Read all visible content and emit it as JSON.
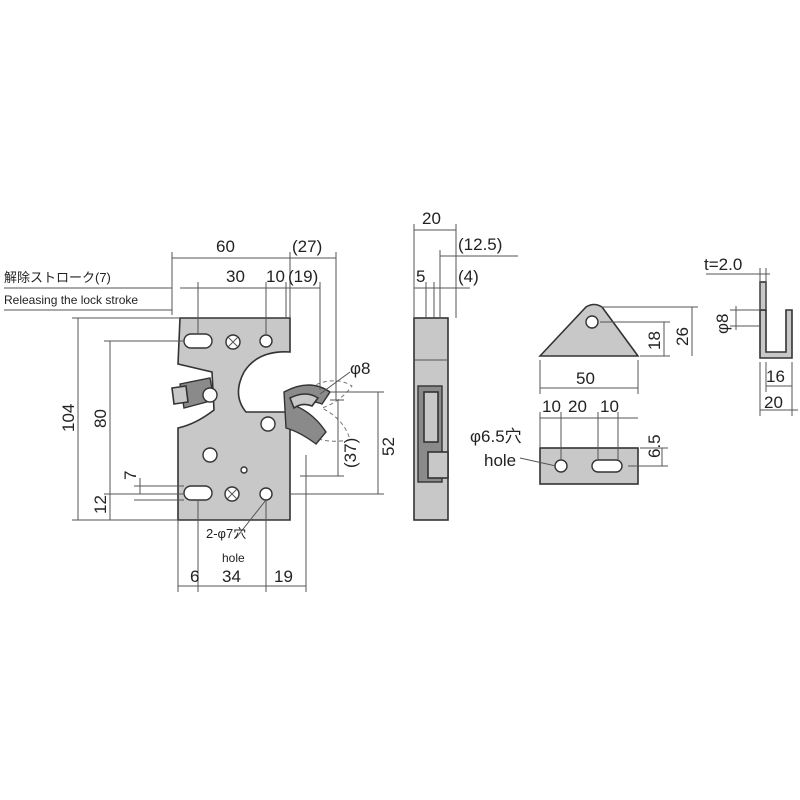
{
  "labels": {
    "release_jp": "解除ストローク(7)",
    "release_en": "Releasing the lock stroke",
    "holes_2_7": "2-φ7穴",
    "hole": "hole",
    "hole_65": "φ6.5穴",
    "hole_en": "hole",
    "phi8": "φ8",
    "t": "t=2.0"
  },
  "dims_front": {
    "d60": "60",
    "d27": "(27)",
    "d30": "30",
    "d10": "10",
    "d19top": "(19)",
    "d104": "104",
    "d80": "80",
    "d7": "7",
    "d12": "12",
    "d6": "6",
    "d34": "34",
    "d19": "19",
    "d37": "(37)",
    "d52": "52"
  },
  "dims_side": {
    "d20": "20",
    "d125": "(12.5)",
    "d5": "5",
    "d4": "(4)"
  },
  "dims_striker": {
    "d50": "50",
    "d18": "18",
    "d26": "26",
    "d10a": "10",
    "d20": "20",
    "d10b": "10",
    "d65": "6.5"
  },
  "dims_end": {
    "phi8": "φ8",
    "d16": "16",
    "d20": "20"
  }
}
